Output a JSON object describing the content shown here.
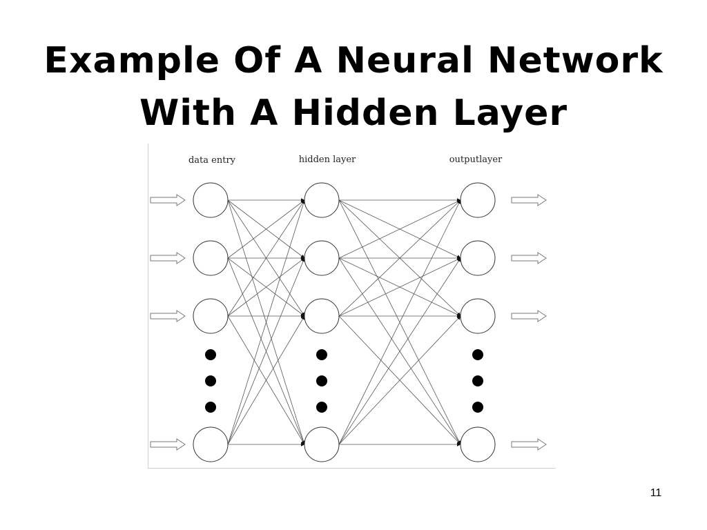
{
  "slide": {
    "title_line1": "Example Of A Neural Network",
    "title_line2": "With A Hidden Layer",
    "page_number": "11"
  },
  "diagram": {
    "layers": [
      {
        "label": "data entry",
        "visible_nodes": 4,
        "ellipsis_dots": 3
      },
      {
        "label": "hidden layer",
        "visible_nodes": 4,
        "ellipsis_dots": 3
      },
      {
        "label": "outputlayer",
        "visible_nodes": 4,
        "ellipsis_dots": 3
      }
    ],
    "connections": "fully-connected",
    "input_arrows": 4,
    "output_arrows": 4
  },
  "colors": {
    "text": "#000000",
    "line": "#555555",
    "node_stroke": "#333333",
    "frame": "#cfcfcf"
  }
}
